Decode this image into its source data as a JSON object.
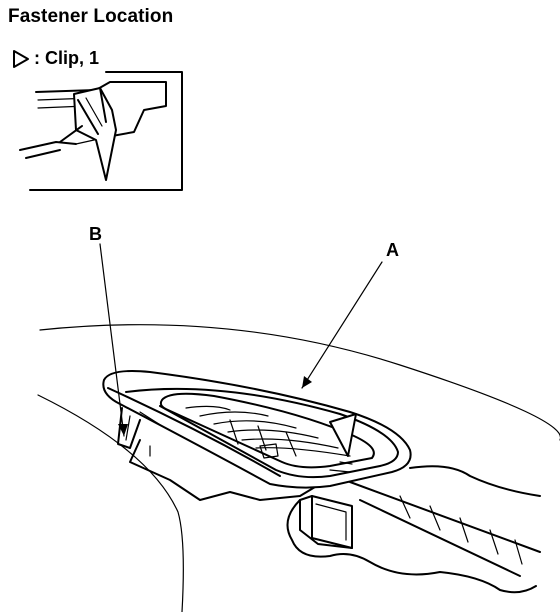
{
  "title": "Fastener Location",
  "legend": {
    "symbol_icon": "hollow-triangle-pointer-icon",
    "label": ": Clip, 1"
  },
  "callouts": {
    "a": "A",
    "b": "B"
  }
}
